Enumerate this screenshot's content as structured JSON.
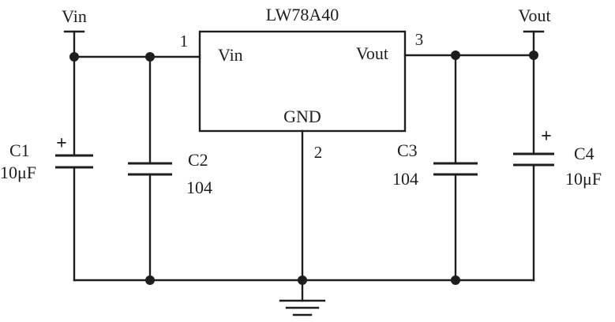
{
  "regulator": {
    "part_number": "LW78A40",
    "pins": {
      "input": {
        "label": "Vin",
        "number": "1"
      },
      "output": {
        "label": "Vout",
        "number": "3"
      },
      "ground": {
        "label": "GND",
        "number": "2"
      }
    }
  },
  "terminals": {
    "input": "Vin",
    "output": "Vout"
  },
  "capacitors": [
    {
      "ref": "C1",
      "value": "10μF",
      "polarity": "+"
    },
    {
      "ref": "C2",
      "value": "104"
    },
    {
      "ref": "C3",
      "value": "104"
    },
    {
      "ref": "C4",
      "value": "10μF",
      "polarity": "+"
    }
  ]
}
